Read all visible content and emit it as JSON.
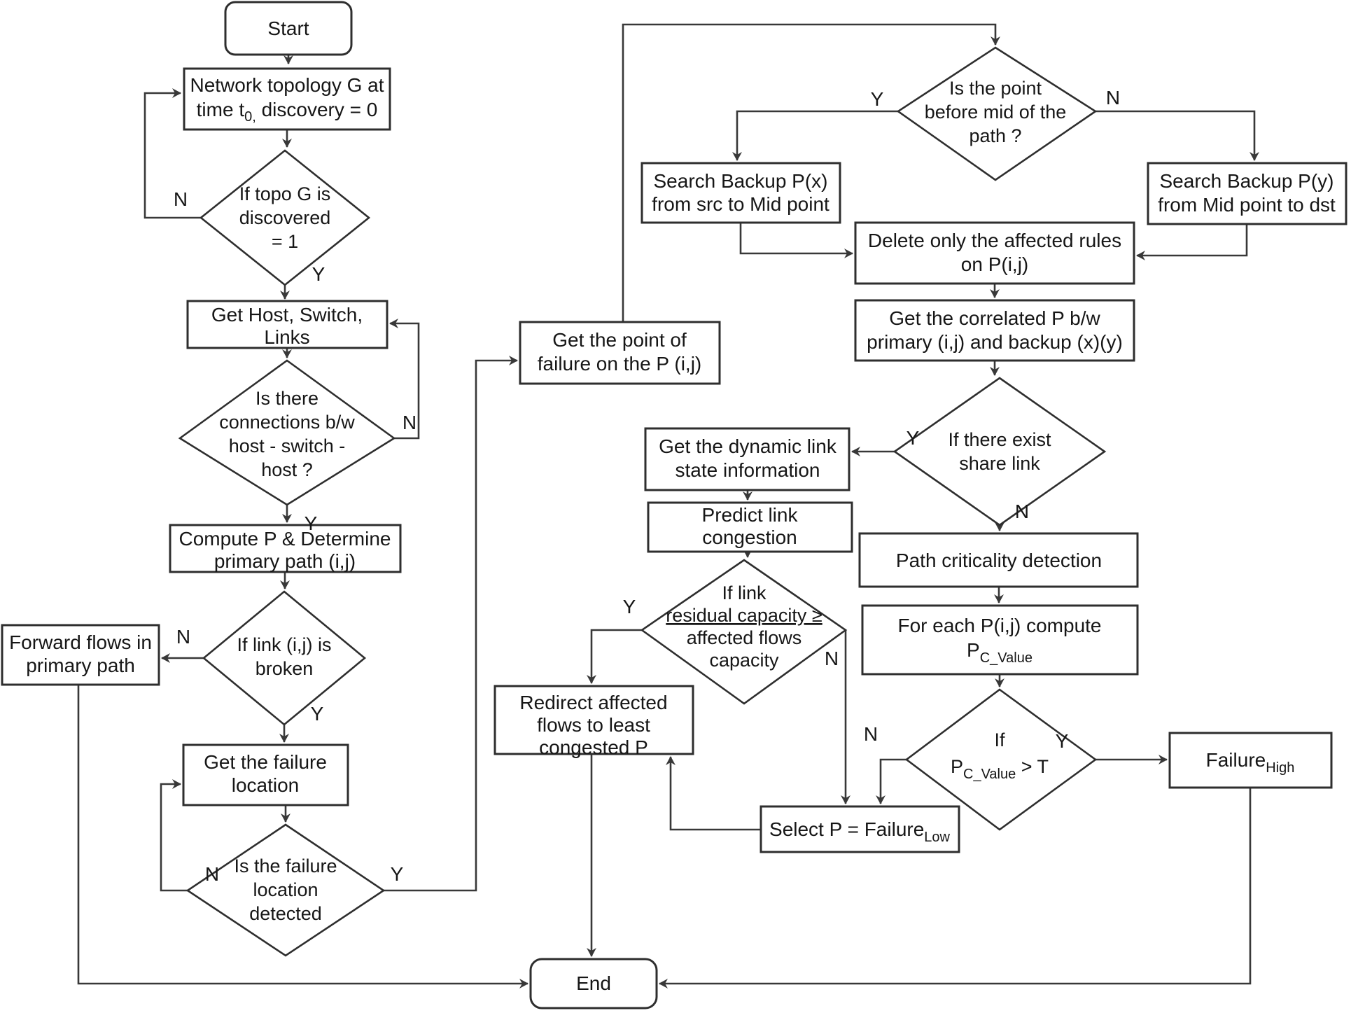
{
  "diagram": {
    "title": "SDN failure recovery flowchart",
    "nodes": {
      "start": {
        "text": "Start"
      },
      "network_topology": {
        "line1": "Network topology G at",
        "line2a": "time t",
        "line2_sub": "0,",
        "line2b": " discovery = 0"
      },
      "topo_discovered": {
        "line1": "If topo G is",
        "line2": "discovered",
        "line3": "= 1"
      },
      "get_host": {
        "line1": "Get Host, Switch,",
        "line2": "Links"
      },
      "connections": {
        "line1": "Is there",
        "line2": "connections b/w",
        "line3": "host - switch -",
        "line4": "host ?"
      },
      "compute_p": {
        "line1": "Compute P & Determine",
        "line2": "primary path (i,j)"
      },
      "link_broken": {
        "line1": "If link (i,j) is",
        "line2": "broken"
      },
      "forward_flows": {
        "line1": "Forward flows in",
        "line2": "primary path"
      },
      "failure_location": {
        "line1": "Get the failure",
        "line2": "location"
      },
      "failure_detected": {
        "line1": "Is the failure",
        "line2": "location",
        "line3": "detected"
      },
      "point_of_failure": {
        "line1": "Get the point of",
        "line2": "failure on the P (i,j)"
      },
      "before_mid": {
        "line1": "Is the point",
        "line2": "before mid of the",
        "line3": "path ?"
      },
      "backup_x": {
        "line1": "Search Backup P(x)",
        "line2": "from src to Mid point"
      },
      "backup_y": {
        "line1": "Search Backup P(y)",
        "line2": "from Mid point to dst"
      },
      "delete_rules": {
        "line1": "Delete only the affected rules",
        "line2": "on P(i,j)"
      },
      "correlated": {
        "line1": "Get the correlated P b/w",
        "line2": "primary (i,j) and backup (x)(y)"
      },
      "share_link": {
        "line1": "If there exist",
        "line2": "share link"
      },
      "dynamic_link": {
        "line1": "Get the dynamic link",
        "line2": "state information"
      },
      "predict": {
        "line1": "Predict link",
        "line2": "congestion"
      },
      "residual": {
        "line1": "If link",
        "line2": "residual capacity ≥",
        "line3": "affected flows",
        "line4": "capacity"
      },
      "redirect": {
        "line1": "Redirect affected",
        "line2": "flows to least",
        "line3": "congested P"
      },
      "path_criticality": {
        "line1": "Path criticality detection"
      },
      "compute_pc": {
        "line1": "For each P(i,j) compute",
        "line2a": "P",
        "line2_sub": "C_Value"
      },
      "pc_threshold": {
        "line1": "If",
        "line2a": "P",
        "line2_sub": "C_Value",
        "line2b": " > T"
      },
      "failure_high": {
        "text": "Failure",
        "sub": "High"
      },
      "select_p": {
        "text": "Select P = Failure",
        "sub": "Low"
      },
      "end": {
        "text": "End"
      }
    },
    "branch_labels": {
      "topo_n": "N",
      "topo_y": "Y",
      "conn_n": "N",
      "conn_y": "Y",
      "broken_n": "N",
      "broken_y": "Y",
      "detect_n": "N",
      "detect_y": "Y",
      "mid_y": "Y",
      "mid_n": "N",
      "share_y": "Y",
      "share_n": "N",
      "residual_y": "Y",
      "residual_n": "N",
      "pc_n": "N",
      "pc_y": "Y"
    },
    "colors": {
      "stroke": "#2e2e2e",
      "background": "#ffffff",
      "text": "#161616"
    }
  }
}
